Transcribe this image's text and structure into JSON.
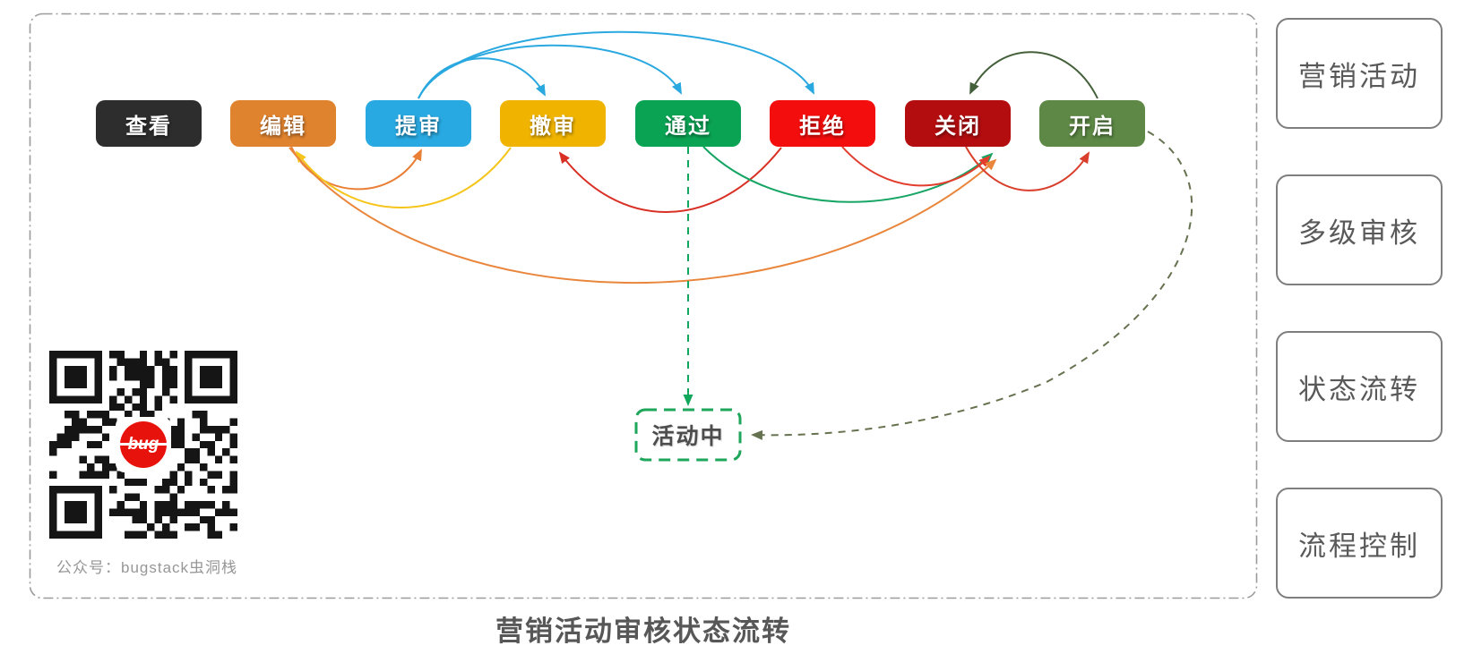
{
  "diagram": {
    "nodes": [
      {
        "id": "view",
        "label": "查看",
        "color": "#2d2d2d"
      },
      {
        "id": "edit",
        "label": "编辑",
        "color": "#e0832f"
      },
      {
        "id": "submit",
        "label": "提审",
        "color": "#29a9e1"
      },
      {
        "id": "withdraw",
        "label": "撤审",
        "color": "#f0b400"
      },
      {
        "id": "approve",
        "label": "通过",
        "color": "#0aa353"
      },
      {
        "id": "reject",
        "label": "拒绝",
        "color": "#f30d0d"
      },
      {
        "id": "close",
        "label": "关闭",
        "color": "#b40d10"
      },
      {
        "id": "open",
        "label": "开启",
        "color": "#5d8845"
      }
    ],
    "active_node": {
      "id": "active",
      "label": "活动中",
      "border_color": "#1ea65b",
      "text_color": "#4d4d4d"
    },
    "edges": [
      {
        "from": "submit",
        "to": "withdraw",
        "color": "#2aa8e0",
        "dashed": false
      },
      {
        "from": "submit",
        "to": "approve",
        "color": "#2aa8e0",
        "dashed": false
      },
      {
        "from": "submit",
        "to": "reject",
        "color": "#2aa8e0",
        "dashed": false
      },
      {
        "from": "open",
        "to": "close",
        "color": "#44603a",
        "dashed": false
      },
      {
        "from": "edit",
        "to": "submit",
        "color": "#e97e35",
        "dashed": false
      },
      {
        "from": "withdraw",
        "to": "edit",
        "color": "#f6c51b",
        "dashed": false
      },
      {
        "from": "reject",
        "to": "withdraw",
        "color": "#d93025",
        "dashed": false
      },
      {
        "from": "approve",
        "to": "close",
        "color": "#16a564",
        "dashed": false
      },
      {
        "from": "reject",
        "to": "close",
        "color": "#e23c2c",
        "dashed": false
      },
      {
        "from": "edit",
        "to": "close",
        "color": "#e9863c",
        "dashed": false
      },
      {
        "from": "close",
        "to": "open",
        "color": "#d93f2b",
        "dashed": false
      },
      {
        "from": "approve",
        "to": "active",
        "color": "#11a75c",
        "dashed": true
      },
      {
        "from": "open",
        "to": "active",
        "color": "#66724f",
        "dashed": true
      }
    ]
  },
  "qr_card": {
    "caption": "公众号：bugstack虫洞栈",
    "logo_text": "bug"
  },
  "right_panel": {
    "items": [
      {
        "label": "营销活动"
      },
      {
        "label": "多级审核"
      },
      {
        "label": "状态流转"
      },
      {
        "label": "流程控制"
      }
    ]
  },
  "footer": {
    "title": "营销活动审核状态流转"
  }
}
